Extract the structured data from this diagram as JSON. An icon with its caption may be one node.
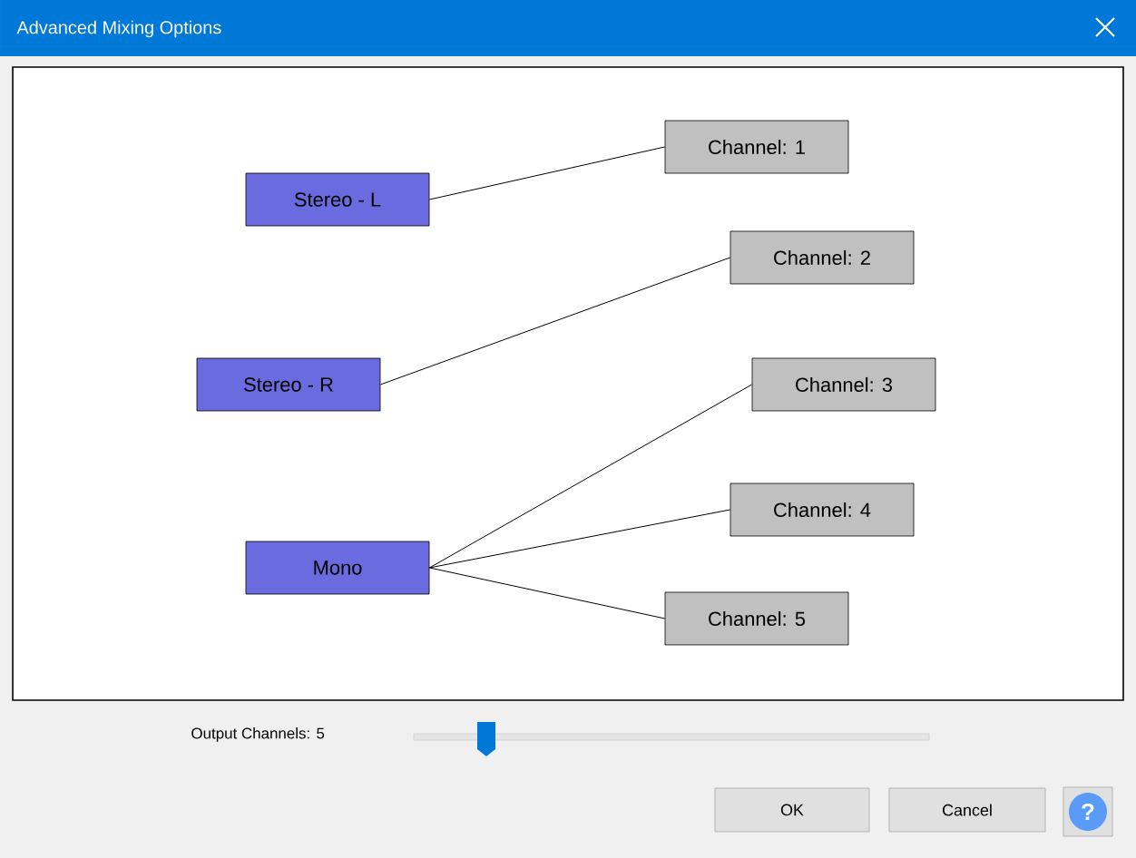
{
  "diagram": {
    "title": "Advanced Mixing Options",
    "nodes": [
      {
        "text": [
          "Stereo - L"
        ]
      },
      {
        "text": [
          "Stereo - R"
        ]
      },
      {
        "text": [
          "Mono"
        ]
      },
      {
        "text": [
          "Channel:  1"
        ]
      },
      {
        "text": [
          "Channel:  2"
        ]
      },
      {
        "text": [
          "Channel:  3"
        ]
      },
      {
        "text": [
          "Channel:  4"
        ]
      },
      {
        "text": [
          "Channel:  5"
        ]
      }
    ],
    "edges": [
      {
        "from": 0,
        "to": 3,
        "arrow": "none"
      },
      {
        "from": 1,
        "to": 4,
        "arrow": "none"
      },
      {
        "from": 2,
        "to": 5,
        "arrow": "none"
      },
      {
        "from": 2,
        "to": 6,
        "arrow": "none"
      },
      {
        "from": 2,
        "to": 7,
        "arrow": "none"
      }
    ],
    "labels": [
      "Output Channels:  5",
      "OK",
      "Cancel",
      "?"
    ]
  }
}
